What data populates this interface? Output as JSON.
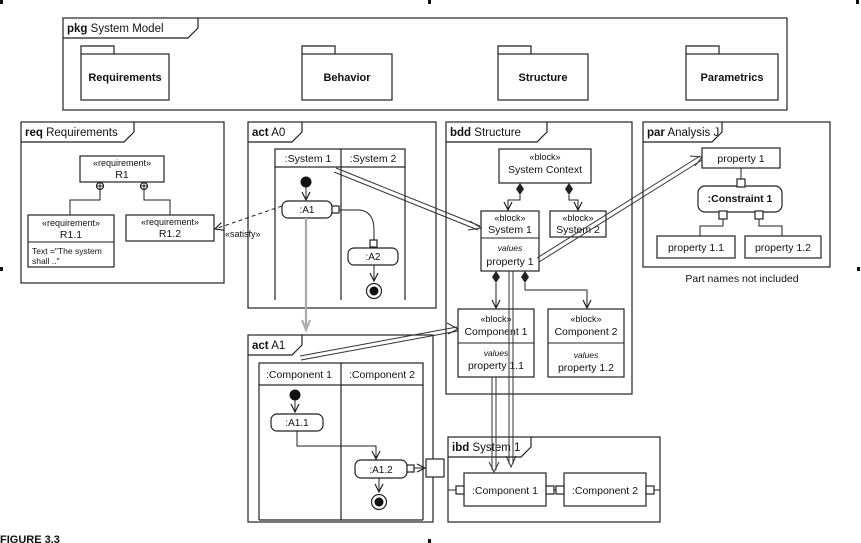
{
  "pkg": {
    "keyword": "pkg",
    "name": "System Model",
    "packages": [
      "Requirements",
      "Behavior",
      "Structure",
      "Parametrics"
    ]
  },
  "req": {
    "keyword": "req",
    "name": "Requirements",
    "stereotype": "«requirement»",
    "r1": "R1",
    "r11": "R1.1",
    "r12": "R1.2",
    "r11_text_line1": "Text =\"The system",
    "r11_text_line2": "shall ..\"",
    "satisfy": "«satisfy»"
  },
  "act_a0": {
    "keyword": "act",
    "name": "A0",
    "lane1": ":System 1",
    "lane2": ":System 2",
    "action1": ":A1",
    "action2": ":A2"
  },
  "bdd": {
    "keyword": "bdd",
    "name": "Structure",
    "stereotype": "«block»",
    "context": "System Context",
    "system1": "System 1",
    "system2": "System 2",
    "values_label": "values",
    "system1_prop": "property 1",
    "comp1": "Component 1",
    "comp2": "Component 2",
    "comp1_prop": "property 1.1",
    "comp2_prop": "property 1.2"
  },
  "par": {
    "keyword": "par",
    "name": "Analysis J",
    "property1": "property 1",
    "constraint": ":Constraint 1",
    "property11": "property 1.1",
    "property12": "property 1.2",
    "note": "Part names not included"
  },
  "act_a1": {
    "keyword": "act",
    "name": "A1",
    "lane1": ":Component 1",
    "lane2": ":Component 2",
    "action1": ":A1.1",
    "action2": ":A1.2"
  },
  "ibd": {
    "keyword": "ibd",
    "name": "System 1",
    "part1": ":Component 1",
    "part2": ":Component 2"
  },
  "caption": "FIGURE 3.3"
}
